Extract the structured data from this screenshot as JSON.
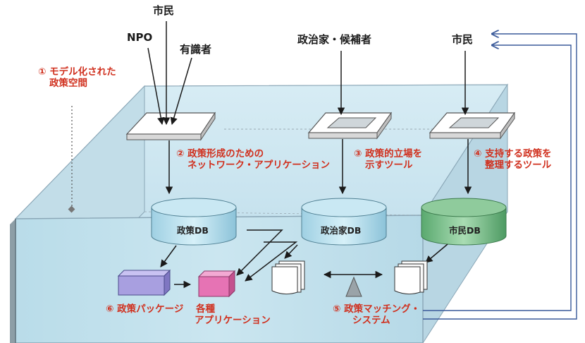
{
  "labels": {
    "citizen_top": "市民",
    "npo": "NPO",
    "expert": "有識者",
    "politician": "政治家・候補者",
    "citizen_right": "市民"
  },
  "annotations": {
    "a1": [
      "① モデル化された",
      "政策空間"
    ],
    "a2": [
      "② 政策形成のための",
      "ネットワーク・アプリケーション"
    ],
    "a3": [
      "③ 政策的立場を",
      "示すツール"
    ],
    "a4": [
      "④ 支持する政策を",
      "整理するツール"
    ],
    "a5": [
      "⑤ 政策マッチング・",
      "システム"
    ],
    "a6": "⑥ 政策パッケージ",
    "a7": [
      "各種",
      "アプリケーション"
    ]
  },
  "databases": {
    "policy": "政策DB",
    "politician": "政治家DB",
    "citizen": "市民DB"
  },
  "colors": {
    "box_fill": "#cfe7f1",
    "box_line": "#8aa6b6",
    "annotation_red": "#d0301e",
    "db_blue": "#bfe3f0",
    "db_green": "#7fc08e",
    "package_purple": "#a89fe0",
    "app_pink": "#e673b4",
    "feedback_line": "#3a5a9a"
  }
}
